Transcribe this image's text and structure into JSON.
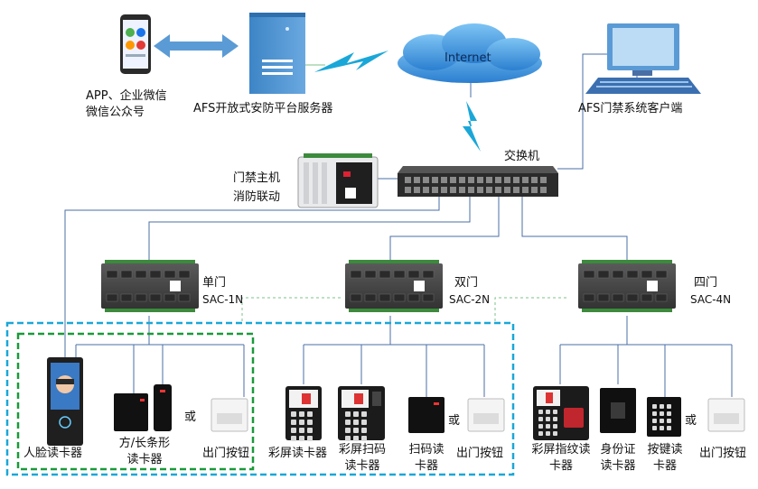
{
  "nodes": {
    "app": {
      "line1": "APP、企业微信",
      "line2": "微信公众号"
    },
    "server": {
      "label": "AFS开放式安防平台服务器"
    },
    "internet": {
      "label": "Internet"
    },
    "client": {
      "label": "AFS门禁系统客户端"
    },
    "host": {
      "line1": "门禁主机",
      "line2": "消防联动"
    },
    "switch": {
      "label": "交换机"
    }
  },
  "controllers": [
    {
      "name": "单门",
      "model": "SAC-1N"
    },
    {
      "name": "双门",
      "model": "SAC-2N"
    },
    {
      "name": "四门",
      "model": "SAC-4N"
    }
  ],
  "devices": {
    "face": {
      "label": "人脸读卡器"
    },
    "square_strip": {
      "line1": "方/长条形",
      "line2": "读卡器"
    },
    "or_text": "或",
    "exit_button": {
      "label": "出门按钮"
    },
    "color_screen": {
      "label": "彩屏读卡器"
    },
    "color_scan": {
      "line1": "彩屏扫码",
      "line2": "读卡器"
    },
    "scan": {
      "line1": "扫码读",
      "line2": "卡器"
    },
    "fingerprint": {
      "line1": "彩屏指纹读",
      "line2": "卡器"
    },
    "id_card": {
      "line1": "身份证",
      "line2": "读卡器"
    },
    "keypad": {
      "line1": "按键读",
      "line2": "卡器"
    }
  },
  "colors": {
    "line": "#4a6fa5",
    "group_green": "#1a9a3a",
    "group_blue": "#1aa7d8",
    "link_green": "#7cc28a",
    "server_blue": "#5b9bd5",
    "controller": "#4d4d4d",
    "pcb_green": "#3c8a3c"
  }
}
